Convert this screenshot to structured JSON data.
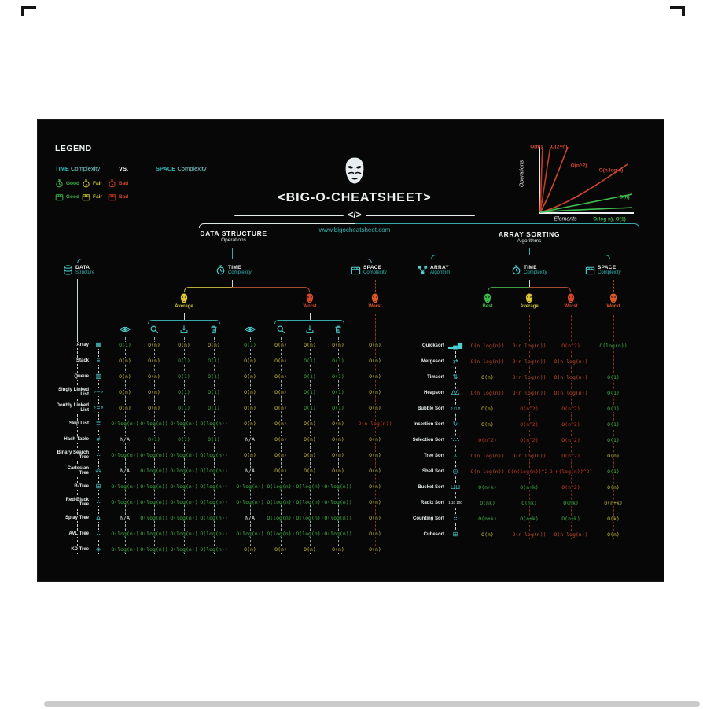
{
  "poster": {
    "legend": {
      "title": "LEGEND",
      "time_word": "TIME",
      "space_word": "SPACE",
      "complexity_word": "Complexity",
      "vs_word": "VS.",
      "rows": [
        {
          "icon": "clock-icon",
          "items": [
            {
              "label": "Good",
              "color": "green"
            },
            {
              "label": "Fair",
              "color": "yellow"
            },
            {
              "label": "Bad",
              "color": "red"
            }
          ]
        },
        {
          "icon": "box-icon",
          "items": [
            {
              "label": "Good",
              "color": "green"
            },
            {
              "label": "Fair",
              "color": "yellow"
            },
            {
              "label": "Bad",
              "color": "red"
            }
          ]
        }
      ]
    },
    "title": {
      "mask_icon": "guy-fawkes-mask-icon",
      "heading": "<BIG-O-CHEATSHEET>",
      "code": "</>",
      "website": "www.bigocheatsheet.com"
    },
    "graph": {
      "ylabel": "Operations",
      "xlabel": "Elements",
      "labels": [
        {
          "text": "O(n!)",
          "color": "red"
        },
        {
          "text": "O(2^n)",
          "color": "red"
        },
        {
          "text": "O(n^2)",
          "color": "red"
        },
        {
          "text": "O(n log n)",
          "color": "red"
        },
        {
          "text": "O(n)",
          "color": "green"
        },
        {
          "text": "O(log n), O(1)",
          "color": "green"
        }
      ]
    },
    "sections": {
      "left": {
        "title": "DATA STRUCTURE",
        "subtitle": "Operations"
      },
      "right": {
        "title": "ARRAY SORTING",
        "subtitle": "Algorithms"
      }
    },
    "left_table": {
      "nodes": {
        "data": [
          "DATA",
          "Structure"
        ],
        "time": [
          "TIME",
          "Complexity"
        ],
        "space": [
          "SPACE",
          "Complexity"
        ]
      },
      "branches": {
        "average": "Average",
        "worst": "Worst",
        "space_worst": "Worst"
      },
      "operations": [
        "access",
        "search",
        "insertion",
        "deletion"
      ],
      "rows": [
        {
          "label": [
            "Array"
          ],
          "icon": "array-icon",
          "glyph": "▦",
          "cells": [
            "O(1)|g",
            "O(n)|y",
            "O(n)|y",
            "O(n)|y",
            "O(1)|g",
            "O(n)|y",
            "O(n)|y",
            "O(n)|y",
            "O(n)|y"
          ]
        },
        {
          "label": [
            "Stack"
          ],
          "icon": "stack-icon",
          "glyph": "≡",
          "cells": [
            "O(n)|y",
            "O(n)|y",
            "O(1)|g",
            "O(1)|g",
            "O(n)|y",
            "O(n)|y",
            "O(1)|g",
            "O(1)|g",
            "O(n)|y"
          ]
        },
        {
          "label": [
            "Queue"
          ],
          "icon": "queue-icon",
          "glyph": "▥",
          "cells": [
            "O(n)|y",
            "O(n)|y",
            "O(1)|g",
            "O(1)|g",
            "O(n)|y",
            "O(n)|y",
            "O(1)|g",
            "O(1)|g",
            "O(n)|y"
          ]
        },
        {
          "label": [
            "Singly Linked",
            "List"
          ],
          "icon": "singly-linked-list-icon",
          "glyph": "∘–∘",
          "cells": [
            "O(n)|y",
            "O(n)|y",
            "O(1)|g",
            "O(1)|g",
            "O(n)|y",
            "O(n)|y",
            "O(1)|g",
            "O(1)|g",
            "O(n)|y"
          ]
        },
        {
          "label": [
            "Doubly Linked",
            "List"
          ],
          "icon": "doubly-linked-list-icon",
          "glyph": "∘=∘",
          "cells": [
            "O(n)|y",
            "O(n)|y",
            "O(1)|g",
            "O(1)|g",
            "O(n)|y",
            "O(n)|y",
            "O(1)|g",
            "O(1)|g",
            "O(n)|y"
          ]
        },
        {
          "label": [
            "Skip List"
          ],
          "icon": "skip-list-icon",
          "glyph": "≣",
          "cells": [
            "O(log(n))|g",
            "O(log(n))|g",
            "O(log(n))|g",
            "O(log(n))|g",
            "O(n)|y",
            "O(n)|y",
            "O(n)|y",
            "O(n)|y",
            "O(n log(n))|r"
          ]
        },
        {
          "label": [
            "Hash Table"
          ],
          "icon": "hash-table-icon",
          "glyph": "#",
          "cells": [
            "N/A|w",
            "O(1)|g",
            "O(1)|g",
            "O(1)|g",
            "N/A|w",
            "O(n)|y",
            "O(n)|y",
            "O(n)|y",
            "O(n)|y"
          ]
        },
        {
          "label": [
            "Binary Search",
            "Tree"
          ],
          "icon": "binary-search-tree-icon",
          "glyph": "∴",
          "cells": [
            "O(log(n))|g",
            "O(log(n))|g",
            "O(log(n))|g",
            "O(log(n))|g",
            "O(n)|y",
            "O(n)|y",
            "O(n)|y",
            "O(n)|y",
            "O(n)|y"
          ]
        },
        {
          "label": [
            "Cartesian",
            "Tree"
          ],
          "icon": "cartesian-tree-icon",
          "glyph": "⁂",
          "cells": [
            "N/A|w",
            "O(log(n))|g",
            "O(log(n))|g",
            "O(log(n))|g",
            "N/A|w",
            "O(n)|y",
            "O(n)|y",
            "O(n)|y",
            "O(n)|y"
          ]
        },
        {
          "label": [
            "B-Tree"
          ],
          "icon": "b-tree-icon",
          "glyph": "⊞",
          "cells": [
            "O(log(n))|g",
            "O(log(n))|g",
            "O(log(n))|g",
            "O(log(n))|g",
            "O(log(n))|g",
            "O(log(n))|g",
            "O(log(n))|g",
            "O(log(n))|g",
            "O(n)|y"
          ]
        },
        {
          "label": [
            "Red-Black",
            "Tree"
          ],
          "icon": "red-black-tree-icon",
          "glyph": "∴",
          "cells": [
            "O(log(n))|g",
            "O(log(n))|g",
            "O(log(n))|g",
            "O(log(n))|g",
            "O(log(n))|g",
            "O(log(n))|g",
            "O(log(n))|g",
            "O(log(n))|g",
            "O(n)|y"
          ]
        },
        {
          "label": [
            "Splay Tree"
          ],
          "icon": "splay-tree-icon",
          "glyph": "∆",
          "cells": [
            "N/A|w",
            "O(log(n))|g",
            "O(log(n))|g",
            "O(log(n))|g",
            "N/A|w",
            "O(log(n))|g",
            "O(log(n))|g",
            "O(log(n))|g",
            "O(n)|y"
          ]
        },
        {
          "label": [
            "AVL Tree"
          ],
          "icon": "avl-tree-icon",
          "glyph": "∴",
          "cells": [
            "O(log(n))|g",
            "O(log(n))|g",
            "O(log(n))|g",
            "O(log(n))|g",
            "O(log(n))|g",
            "O(log(n))|g",
            "O(log(n))|g",
            "O(log(n))|g",
            "O(n)|y"
          ]
        },
        {
          "label": [
            "KD Tree"
          ],
          "icon": "kd-tree-icon",
          "glyph": "◈",
          "cells": [
            "O(log(n))|g",
            "O(log(n))|g",
            "O(log(n))|g",
            "O(log(n))|g",
            "O(n)|y",
            "O(n)|y",
            "O(n)|y",
            "O(n)|y",
            "O(n)|y"
          ]
        }
      ]
    },
    "right_table": {
      "nodes": {
        "array": [
          "ARRAY",
          "Algorithm"
        ],
        "time": [
          "TIME",
          "Complexity"
        ],
        "space": [
          "SPACE",
          "Complexity"
        ]
      },
      "branches": {
        "best": "Best",
        "average": "Average",
        "worst": "Worst",
        "space_worst": "Worst"
      },
      "rows": [
        {
          "label": "Quicksort",
          "icon": "quicksort-icon",
          "glyph": "▂▄▆",
          "cells": [
            "O(n log(n))|o",
            "O(n log(n))|o",
            "O(n^2)|r",
            "O(log(n))|g"
          ]
        },
        {
          "label": "Mergesort",
          "icon": "mergesort-icon",
          "glyph": "⇄",
          "cells": [
            "O(n log(n))|o",
            "O(n log(n))|o",
            "O(n log(n))|o",
            ""
          ]
        },
        {
          "label": "Timsort",
          "icon": "timsort-icon",
          "glyph": "⇅",
          "cells": [
            "O(n)|y",
            "O(n log(n))|o",
            "O(n log(n))|o",
            "O(1)|g"
          ]
        },
        {
          "label": "Heapsort",
          "icon": "heapsort-icon",
          "glyph": "∆∆",
          "cells": [
            "O(n log(n))|o",
            "O(n log(n))|o",
            "O(n log(n))|o",
            "O(1)|g"
          ]
        },
        {
          "label": "Bubble Sort",
          "icon": "bubble-sort-icon",
          "glyph": "∘○∘",
          "cells": [
            "O(n)|y",
            "O(n^2)|r",
            "O(n^2)|r",
            "O(1)|g"
          ]
        },
        {
          "label": "Insertion Sort",
          "icon": "insertion-sort-icon",
          "glyph": "↻",
          "cells": [
            "O(n)|y",
            "O(n^2)|r",
            "O(n^2)|r",
            "O(1)|g"
          ]
        },
        {
          "label": "Selection Sort",
          "icon": "selection-sort-icon",
          "glyph": "∵∴",
          "cells": [
            "O(n^2)|r",
            "O(n^2)|r",
            "O(n^2)|r",
            "O(1)|g"
          ]
        },
        {
          "label": "Tree Sort",
          "icon": "tree-sort-icon",
          "glyph": "⋏",
          "cells": [
            "O(n log(n))|o",
            "O(n log(n))|o",
            "O(n^2)|r",
            "O(n)|y"
          ]
        },
        {
          "label": "Shell Sort",
          "icon": "shell-sort-icon",
          "glyph": "◎",
          "cells": [
            "O(n log(n))|o",
            "O(n(log(n))^2)|r",
            "O(n(log(n))^2)|r",
            "O(1)|g"
          ]
        },
        {
          "label": "Bucket Sort",
          "icon": "bucket-sort-icon",
          "glyph": "⊔⊔",
          "cells": [
            "O(n+k)|g",
            "O(n+k)|g",
            "O(n^2)|r",
            "O(n)|y"
          ]
        },
        {
          "label": "Radix Sort",
          "icon": "radix-sort-icon",
          "glyph": "1 10 100",
          "cells": [
            "O(nk)|g",
            "O(nk)|g",
            "O(nk)|g",
            "O(n+k)|y"
          ]
        },
        {
          "label": "Counting Sort",
          "icon": "counting-sort-icon",
          "glyph": "⠿",
          "cells": [
            "O(n+k)|g",
            "O(n+k)|g",
            "O(n+k)|g",
            "O(k)|y"
          ]
        },
        {
          "label": "Cubesort",
          "icon": "cubesort-icon",
          "glyph": "⊞",
          "cells": [
            "O(n)|y",
            "O(n log(n))|o",
            "O(n log(n))|o",
            "O(n)|y"
          ]
        }
      ]
    },
    "colors": {
      "g": "#43b649",
      "y": "#cdc33c",
      "o": "#c04c2c",
      "r": "#cf3a20",
      "w": "#e4e8e8",
      "teal": "#35b6b6"
    }
  }
}
